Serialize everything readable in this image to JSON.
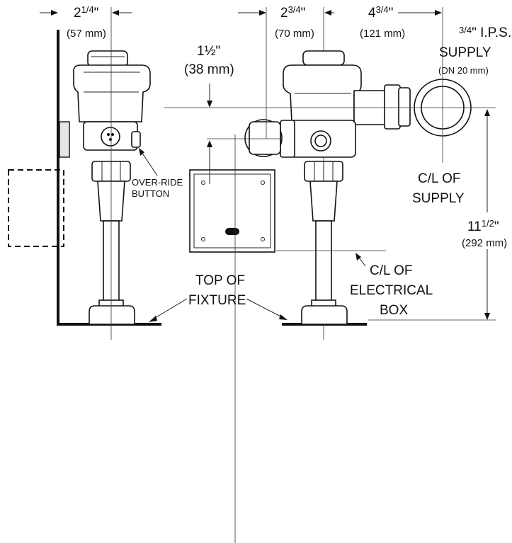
{
  "dimensions": {
    "side_offset": {
      "whole": "2",
      "frac": "1/4",
      "unit": "\"",
      "metric": "(57 mm)"
    },
    "sensor_offset": {
      "whole": "2",
      "frac": "3/4",
      "unit": "\"",
      "metric": "(70 mm)"
    },
    "supply_offset": {
      "whole": "4",
      "frac": "3/4",
      "unit": "\"",
      "metric": "(121 mm)"
    },
    "sensor_drop": {
      "whole": "1",
      "frac": "½",
      "unit": "\"",
      "metric": "(38 mm)"
    },
    "supply_height": {
      "whole": "11",
      "frac": "1/2",
      "unit": "\"",
      "metric": "(292 mm)"
    }
  },
  "labels": {
    "supply_size": {
      "frac": "3/4",
      "text": "\" I.P.S."
    },
    "supply_word": "SUPPLY",
    "supply_metric": "(DN 20 mm)",
    "override_line1": "OVER-RIDE",
    "override_line2": "BUTTON",
    "cl_supply_line1": "C/L OF",
    "cl_supply_line2": "SUPPLY",
    "top_fixture_line1": "TOP OF",
    "top_fixture_line2": "FIXTURE",
    "cl_box_line1": "C/L OF",
    "cl_box_line2": "ELECTRICAL",
    "cl_box_line3": "BOX"
  }
}
